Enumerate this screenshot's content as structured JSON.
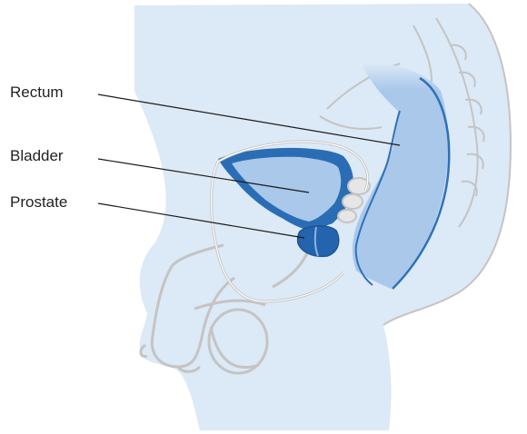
{
  "labels": {
    "rectum": "Rectum",
    "bladder": "Bladder",
    "prostate": "Prostate"
  },
  "colors": {
    "body_fill": "#dce9f6",
    "outline": "#b8b8b8",
    "rectum_fill": "#a9c8ea",
    "rectum_edge": "#2f71b8",
    "bladder_dark": "#2a6db5",
    "bladder_light": "#a9c8ea",
    "prostate": "#2464ae",
    "urethra": "#d8d8d8",
    "leader_line": "#1a1a1a"
  },
  "icons": {
    "figure": "male-pelvis-cross-section-illustration"
  }
}
